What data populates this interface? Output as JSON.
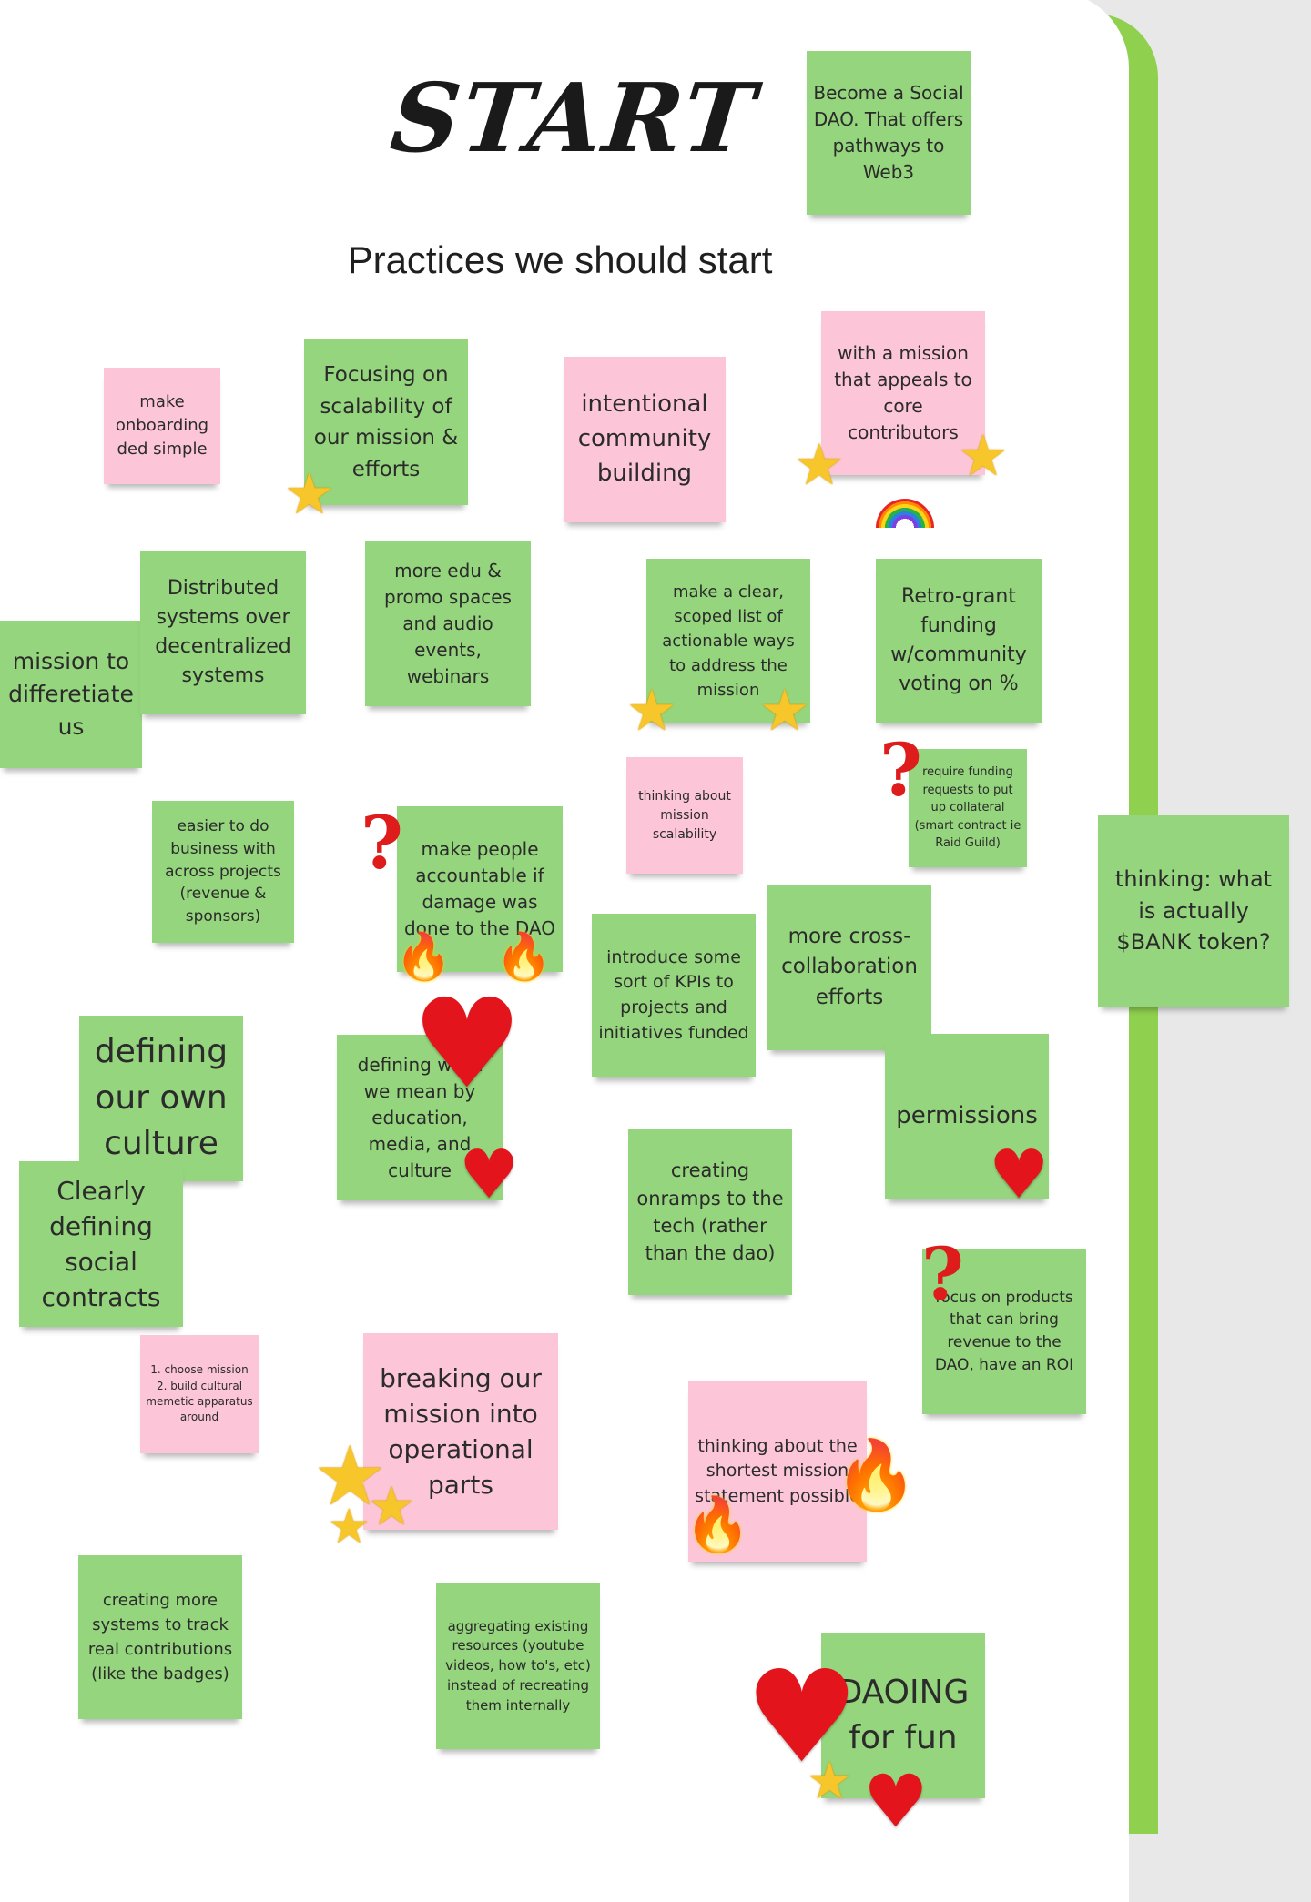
{
  "board": {
    "title": "START",
    "subtitle": "Practices we should start"
  },
  "colors": {
    "note_green": "#95d57d",
    "note_pink": "#fcc6d8",
    "rail": "#8fd14f"
  },
  "notes": {
    "social_dao": "Become a Social DAO. That offers pathways to Web3",
    "onboarding": "make onboarding ded simple",
    "scalability_focus": "Focusing on scalability of our mission & efforts",
    "community_building": "intentional community building",
    "core_contributors": "with a mission that appeals to core contributors",
    "mission_differentiate": "mission to differetiate us",
    "distributed_systems": "Distributed systems over decentralized systems",
    "edu_promo": "more edu & promo spaces and audio events, webinars",
    "actionable_list": "make a clear, scoped list of actionable ways to address the mission",
    "retro_grant": "Retro-grant funding w/community voting on %",
    "mission_scalability": "thinking about mission scalability",
    "collateral": "require funding requests to put up collateral (smart contract ie Raid Guild)",
    "bank_token": "thinking: what is actually $BANK token?",
    "easier_business": "easier to do business with across projects (revenue & sponsors)",
    "accountable": "make people accountable if damage was done to the DAO",
    "kpis": "introduce some sort of KPIs to projects and initiatives funded",
    "cross_collab": "more cross-collaboration efforts",
    "own_culture": "defining our own culture",
    "defining_mean": "defining what we mean by education, media, and culture",
    "permissions": "permissions",
    "social_contracts": "Clearly defining social contracts",
    "onramps": "creating onramps to the tech (rather than the dao)",
    "focus_products": "focus on products that can bring revenue to the DAO, have an ROI",
    "choose_mission": "1. choose mission 2. build cultural memetic apparatus around",
    "breaking_mission": "breaking our mission into operational parts",
    "shortest_mission": "thinking about the shortest mission statement possible",
    "track_contributions": "creating more systems to track real contributions (like the badges)",
    "aggregating": "aggregating existing resources (youtube videos, how to's, etc) instead of recreating them internally",
    "daoing": "DAOING for fun"
  },
  "stickers": {
    "star": "★",
    "heart": "♥",
    "fire": "🔥",
    "question": "?",
    "rainbow": "rainbow-sticker"
  }
}
